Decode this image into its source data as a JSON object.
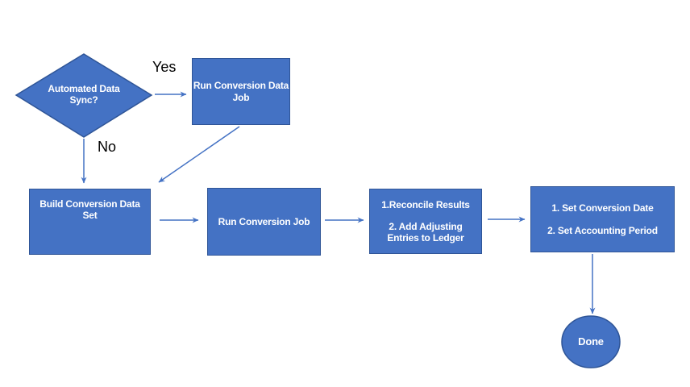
{
  "flowchart": {
    "decision": {
      "label": "Automated Data Sync?"
    },
    "edge_labels": {
      "yes": "Yes",
      "no": "No"
    },
    "nodes": {
      "run_conversion_data_job": "Run Conversion Data Job",
      "build_conversion_data_set": "Build Conversion Data Set",
      "run_conversion_job": "Run Conversion Job",
      "reconcile_line1": "1.Reconcile Results",
      "reconcile_line2": "2. Add Adjusting Entries to Ledger",
      "set_line1": "1. Set Conversion Date",
      "set_line2": "2. Set Accounting Period",
      "done": "Done"
    },
    "colors": {
      "shape_fill": "#4472C4",
      "shape_border": "#2F5597",
      "arrow": "#4472C4",
      "shape_text": "#FFFFFF",
      "label_text": "#000000",
      "background": "#FFFFFF"
    }
  }
}
